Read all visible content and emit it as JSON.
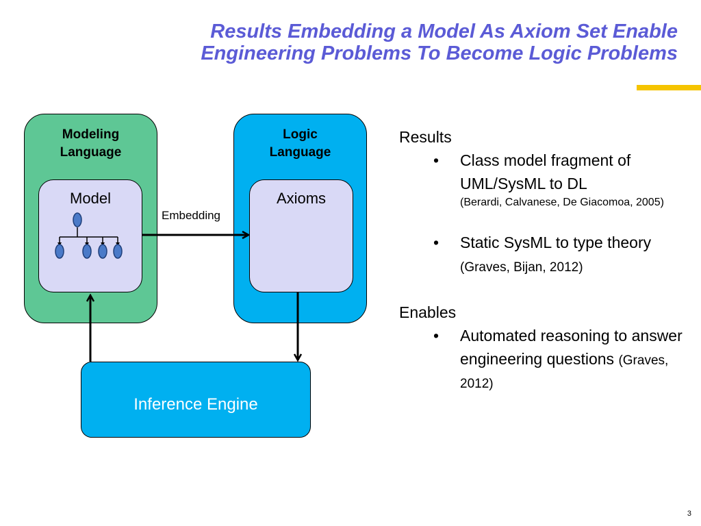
{
  "slide": {
    "title_lines": [
      "Results Embedding a Model As Axiom Set Enable",
      "Engineering Problems To Become Logic Problems"
    ],
    "page_number": "3"
  },
  "diagram": {
    "modeling_language": {
      "title_lines": [
        "Modeling",
        "Language"
      ],
      "inner_label": "Model"
    },
    "logic_language": {
      "title_lines": [
        "Logic",
        "Language"
      ],
      "inner_label": "Axioms"
    },
    "embedding_label": "Embedding",
    "inference_engine_label": "Inference Engine",
    "colors": {
      "modeling": "#5ec795",
      "logic": "#00b0f0",
      "inner": "#d9d9f6",
      "node": "#4a7ac8",
      "title": "#5b5bd6",
      "rule": "#f5c400"
    }
  },
  "text": {
    "results_heading": "Results",
    "results_bullets": [
      {
        "main": "Class model fragment of UML/SysML to DL",
        "cite": "(Berardi, Calvanese, De Giacomoa, 2005)"
      },
      {
        "main": "Static SysML to type theory",
        "cite": "(Graves, Bijan, 2012)"
      }
    ],
    "enables_heading": "Enables",
    "enables_bullets": [
      {
        "main": "Automated reasoning to answer engineering questions",
        "cite": "(Graves, 2012)"
      }
    ],
    "bullet_char": "•"
  }
}
